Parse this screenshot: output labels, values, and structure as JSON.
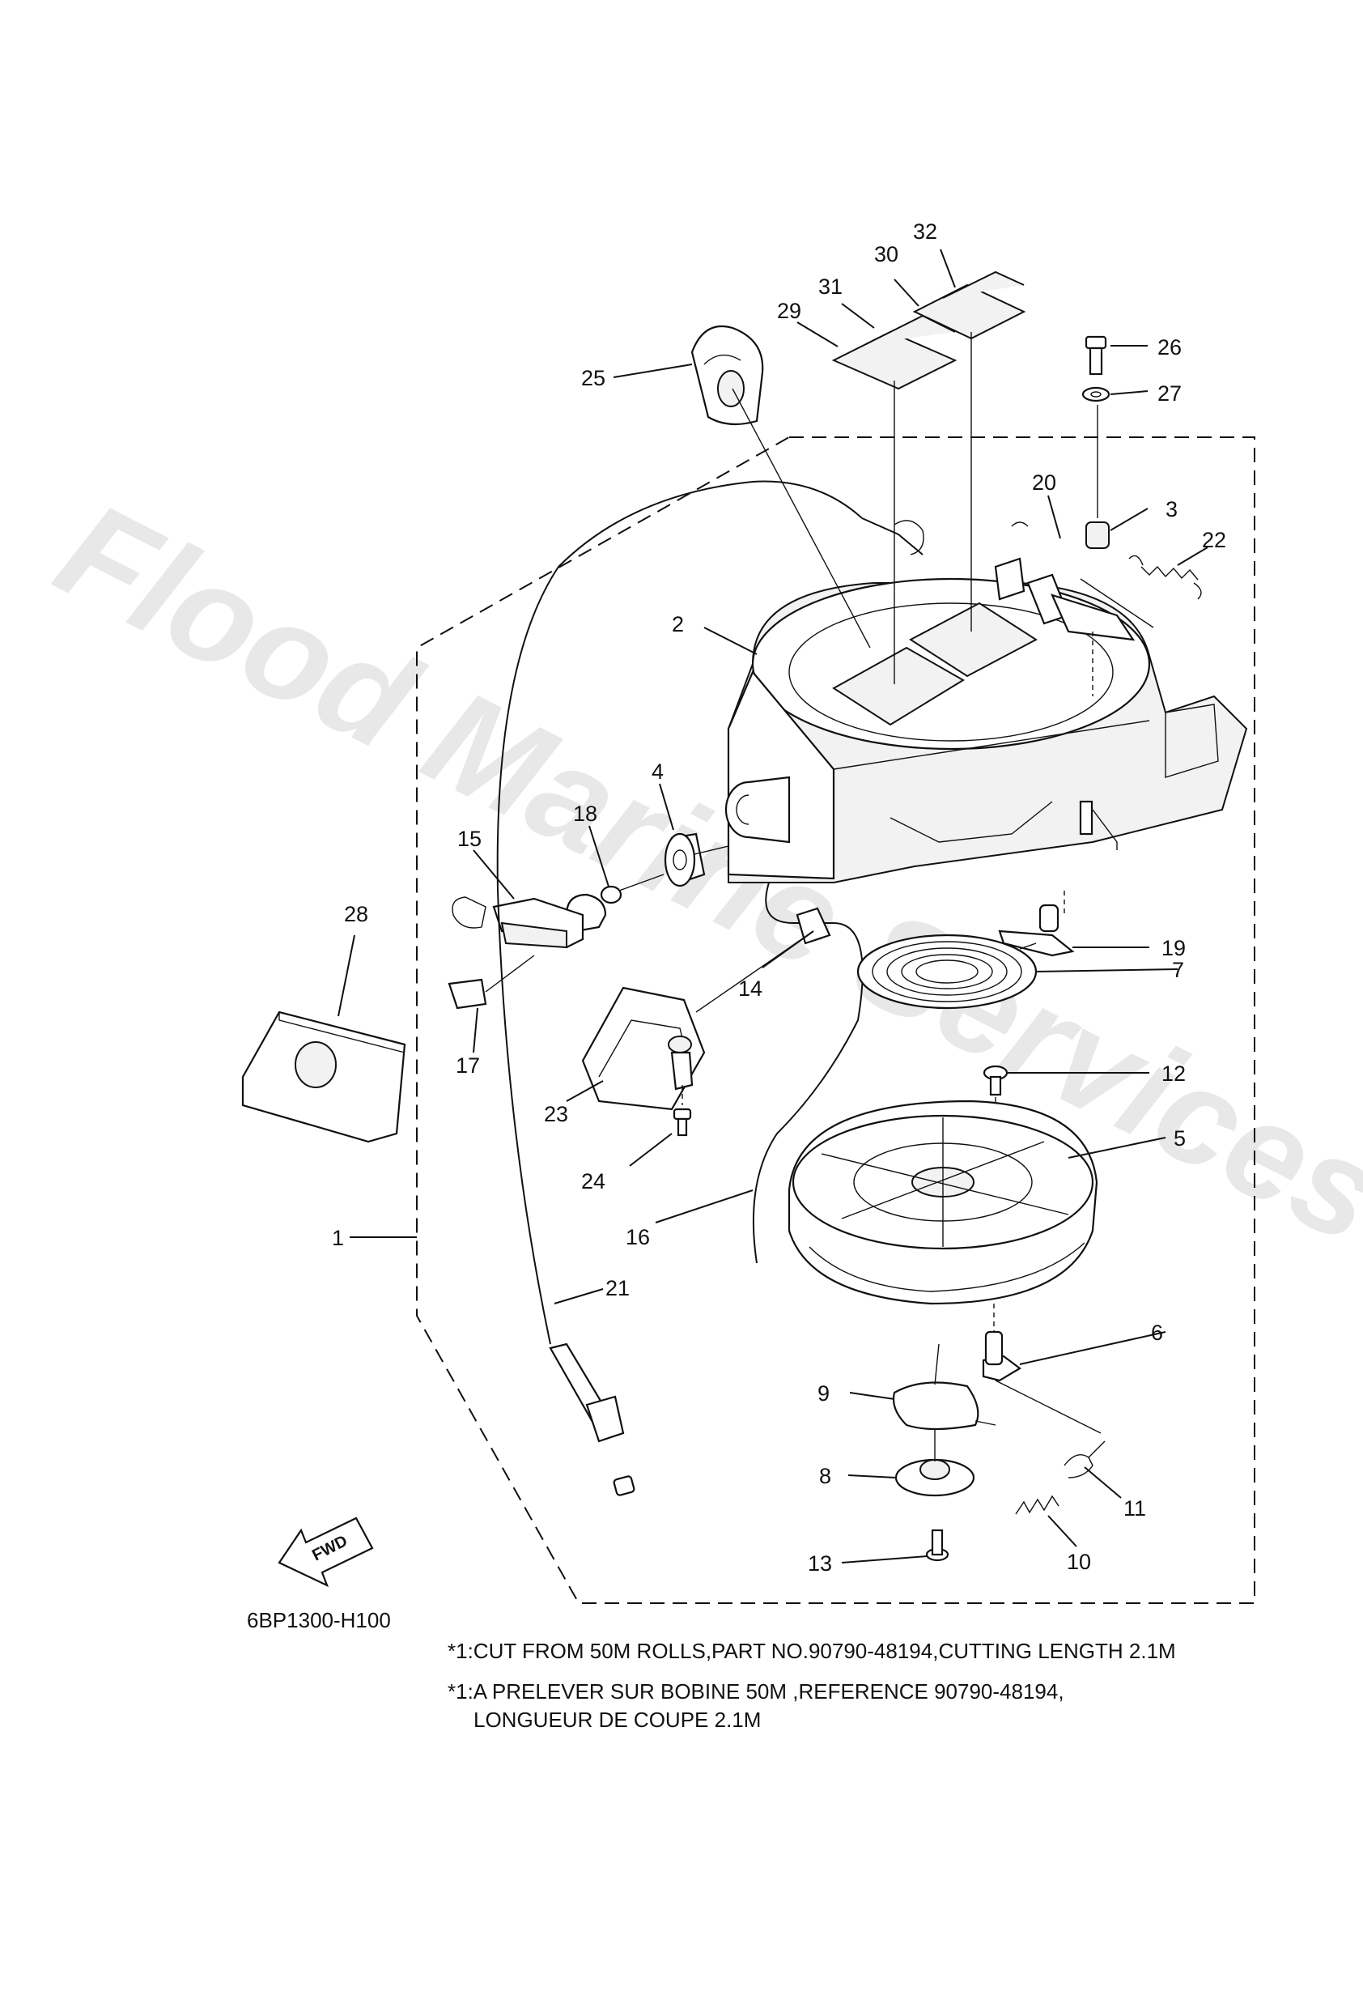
{
  "diagram": {
    "code": "6BP1300-H100",
    "fwd_label": "FWD",
    "watermark": "Flood Marine Services",
    "notes": [
      "*1:CUT FROM 50M ROLLS,PART NO.90790-48194,CUTTING LENGTH 2.1M",
      "*1:A PRELEVER SUR BOBINE 50M ,REFERENCE 90790-48194,",
      "LONGUEUR DE COUPE 2.1M"
    ],
    "callouts": [
      "32",
      "30",
      "31",
      "29",
      "26",
      "25",
      "27",
      "20",
      "3",
      "22",
      "2",
      "4",
      "18",
      "15",
      "28",
      "19",
      "14",
      "7",
      "17",
      "12",
      "23",
      "5",
      "24",
      "16",
      "1",
      "21",
      "6",
      "9",
      "11",
      "8",
      "10",
      "13"
    ]
  }
}
